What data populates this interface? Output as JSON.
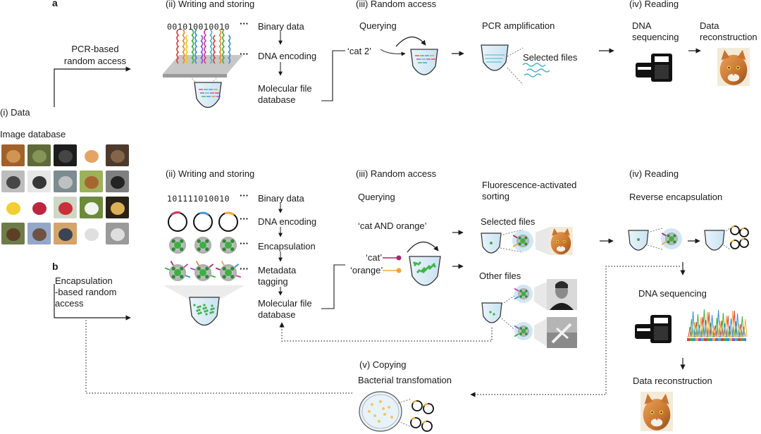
{
  "panel_a": {
    "label": "a",
    "route_label": [
      "PCR-based",
      "random access"
    ],
    "writing_title": "(ii) Writing and storing",
    "binary": "001010010010",
    "steps": [
      "Binary data",
      "DNA encoding",
      "Molecular file",
      "database"
    ],
    "random_title": "(iii) Random access",
    "querying": "Querying",
    "query": "‘cat 2’",
    "pcr": "PCR amplification",
    "selected": "Selected files",
    "reading_title": "(iv) Reading",
    "dna_seq": [
      "DNA",
      "sequencing"
    ],
    "data_recon": [
      "Data",
      "reconstruction"
    ]
  },
  "data_panel": {
    "title": "(i) Data",
    "db": "Image database",
    "images": [
      "cat",
      "dog",
      "black-cat",
      "orange-cat",
      "cat-dark",
      "washington",
      "lincoln",
      "wolf",
      "dog-brown",
      "dog-black",
      "banana",
      "cherries",
      "apple",
      "daisy",
      "sunset",
      "house",
      "building",
      "lake",
      "sailboat",
      "airplane"
    ]
  },
  "panel_b": {
    "label": "b",
    "route_label": [
      "Encapsulation",
      "-based random",
      "access"
    ],
    "writing_title": "(ii) Writing and storing",
    "binary": "101111010010",
    "steps": [
      "Binary data",
      "DNA encoding",
      "Encapsulation",
      "Metadata",
      "tagging",
      "Molecular file",
      "database"
    ],
    "random_title": "(iii) Random access",
    "querying": "Querying",
    "query": "‘cat AND orange’",
    "tag_cat": "‘cat’",
    "tag_orange": "‘orange’",
    "facs": [
      "Fluorescence-activated",
      "sorting"
    ],
    "selected": "Selected files",
    "other": "Other files",
    "reading_title": "(iv) Reading",
    "reverse": "Reverse encapsulation",
    "dna_seq": "DNA sequencing",
    "data_recon": "Data reconstruction",
    "copying_title": "(v) Copying",
    "bacterial": "Bacterial transfomation"
  },
  "colors": {
    "arrow": "#1a1a1a",
    "green": "#3cb043",
    "teal": "#46b6c8",
    "tube": "#cfe7f3",
    "cat_tag": "#a8286a",
    "orange_tag": "#f0a830",
    "petri": "#e8f2fa"
  }
}
